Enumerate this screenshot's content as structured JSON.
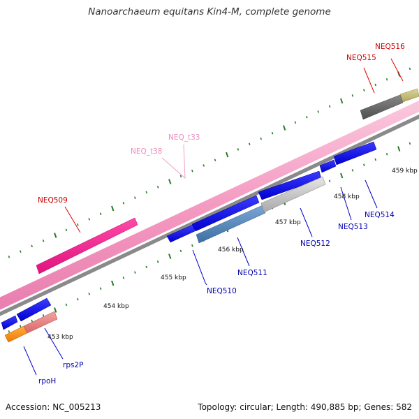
{
  "title": "Nanoarchaeum equitans Kin4-M, complete genome",
  "accession": "Accession: NC_005213",
  "summary": "Topology: circular; Length: 490,885 bp; Genes: 582",
  "colors": {
    "tick": "#2a7a2a",
    "backbone_pink": "#f49ac1",
    "backbone_gray": "#8a8a8a",
    "leader_red": "#e00000",
    "leader_blue": "#0000cc",
    "leader_pink": "#f3a0c8",
    "label_red": "#cc0000",
    "label_blue": "#0000aa",
    "label_pink": "#f08cbc"
  },
  "kbp_labels": [
    {
      "text": "453 kbp"
    },
    {
      "text": "454 kbp"
    },
    {
      "text": "455 kbp"
    },
    {
      "text": "456 kbp"
    },
    {
      "text": "457 kbp"
    },
    {
      "text": "458 kbp"
    },
    {
      "text": "459 kbp"
    }
  ],
  "gene_labels": [
    {
      "name": "NEQ516",
      "color": "label_red"
    },
    {
      "name": "NEQ515",
      "color": "label_red"
    },
    {
      "name": "NEQ_t33",
      "color": "label_pink"
    },
    {
      "name": "NEQ_t38",
      "color": "label_pink"
    },
    {
      "name": "NEQ509",
      "color": "label_red"
    },
    {
      "name": "NEQ514",
      "color": "label_blue"
    },
    {
      "name": "NEQ513",
      "color": "label_blue"
    },
    {
      "name": "NEQ512",
      "color": "label_blue"
    },
    {
      "name": "NEQ511",
      "color": "label_blue"
    },
    {
      "name": "NEQ510",
      "color": "label_blue"
    },
    {
      "name": "rps2P",
      "color": "label_blue"
    },
    {
      "name": "rpoH",
      "color": "label_blue"
    }
  ]
}
